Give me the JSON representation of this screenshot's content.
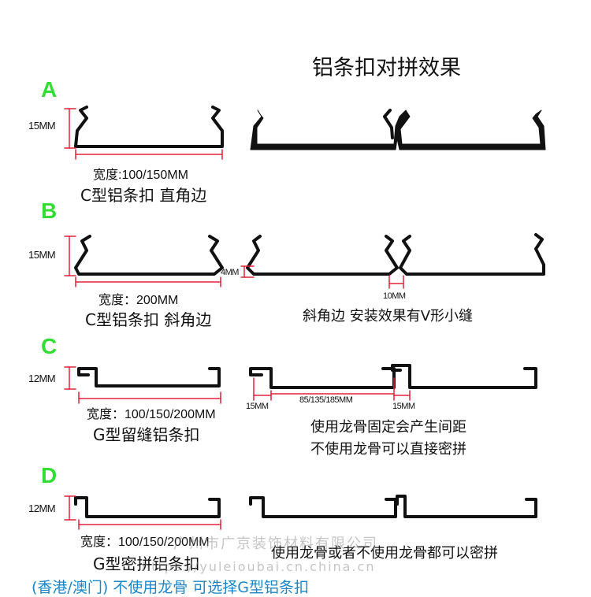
{
  "heading": "铝条扣对拼效果",
  "colors": {
    "letter": "#33dd33",
    "dimension": "#e2203a",
    "profile": "#111111",
    "footer": "#1a86c8"
  },
  "sections": [
    {
      "letter": "A",
      "height_label": "15MM",
      "width_label": "宽度:100/150MM",
      "caption": "C型铝条扣 直角边",
      "joint_labels": [],
      "notes": []
    },
    {
      "letter": "B",
      "height_label": "15MM",
      "width_label": "宽度：200MM",
      "caption": "C型铝条扣 斜角边",
      "joint_labels": [
        "4MM",
        "10MM"
      ],
      "notes": [
        "斜角边 安装效果有V形小缝"
      ]
    },
    {
      "letter": "C",
      "height_label": "12MM",
      "width_label": "宽度：100/150/200MM",
      "caption": "G型留缝铝条扣",
      "joint_labels": [
        "15MM",
        "85/135/185MM",
        "15MM"
      ],
      "notes": [
        "使用龙骨固定会产生间距",
        "不使用龙骨可以直接密拼"
      ]
    },
    {
      "letter": "D",
      "height_label": "12MM",
      "width_label": "宽度：100/150/200MM",
      "caption": "G型密拼铝条扣",
      "joint_labels": [],
      "notes": [
        "使用龙骨或者不使用龙骨都可以密拼"
      ]
    }
  ],
  "watermark": {
    "company": "广州市广京装饰材料有限公司",
    "url": "https://yuleioubai.cn.china.cn"
  },
  "footer": "(香港/澳门) 不使用龙骨 可选择G型铝条扣"
}
